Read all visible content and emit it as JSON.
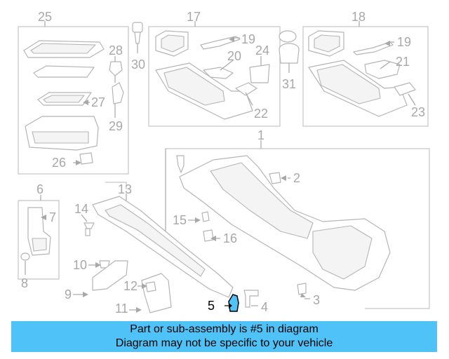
{
  "callouts": {
    "c1": "1",
    "c2": "2",
    "c3": "3",
    "c4": "4",
    "c5": "5",
    "c6": "6",
    "c7": "7",
    "c8": "8",
    "c9": "9",
    "c10": "10",
    "c11": "11",
    "c12": "12",
    "c13": "13",
    "c14": "14",
    "c15": "15",
    "c16": "16",
    "c17": "17",
    "c18": "18",
    "c19a": "19",
    "c19b": "19",
    "c20": "20",
    "c21": "21",
    "c22": "22",
    "c23": "23",
    "c24": "24",
    "c25": "25",
    "c26": "26",
    "c27": "27",
    "c28": "28",
    "c29": "29",
    "c30": "30",
    "c31": "31"
  },
  "highlight": {
    "part_number": "5",
    "color": "#4fc3f7"
  },
  "banner": {
    "line1": "Part or sub-assembly is #5 in diagram",
    "line2": "Diagram may not be specific to your vehicle",
    "color": "#4fc3f7"
  }
}
